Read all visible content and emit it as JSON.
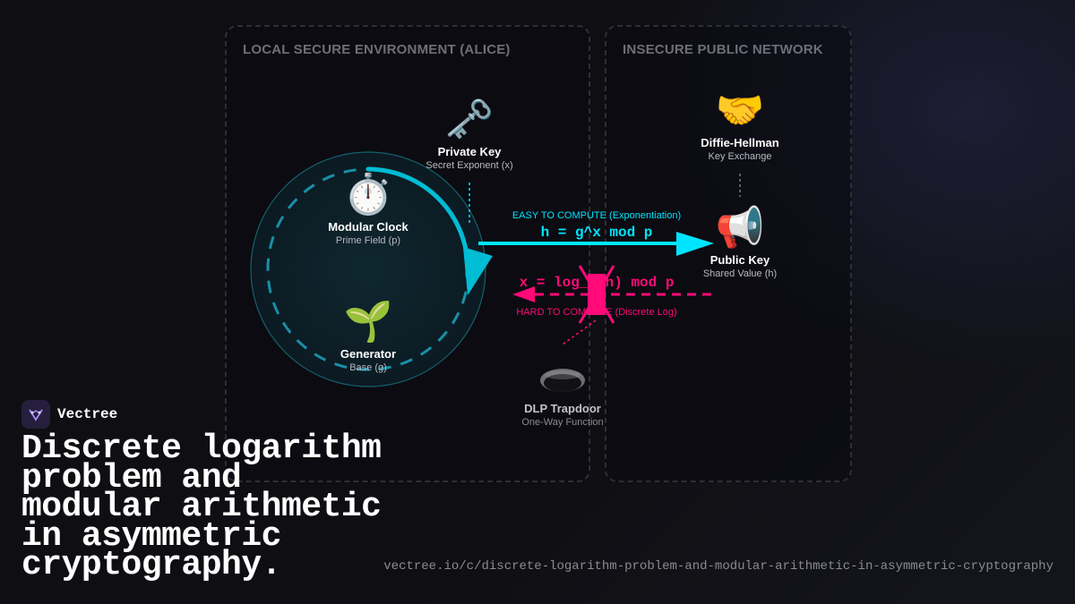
{
  "panels": {
    "local": {
      "title": "LOCAL SECURE ENVIRONMENT (ALICE)"
    },
    "public": {
      "title": "INSECURE PUBLIC NETWORK"
    }
  },
  "nodes": {
    "private_key": {
      "icon": "key-icon",
      "emoji": "🗝️",
      "label": "Private Key",
      "sublabel": "Secret Exponent (x)"
    },
    "modular_clock": {
      "icon": "stopwatch-icon",
      "emoji": "⏱️",
      "label": "Modular Clock",
      "sublabel": "Prime Field (p)"
    },
    "generator": {
      "icon": "seedling-icon",
      "emoji": "🌱",
      "label": "Generator",
      "sublabel": "Base (g)"
    },
    "diffie_hellman": {
      "icon": "handshake-icon",
      "emoji": "🤝",
      "label": "Diffie-Hellman",
      "sublabel": "Key Exchange"
    },
    "public_key": {
      "icon": "megaphone-icon",
      "emoji": "📢",
      "label": "Public Key",
      "sublabel": "Shared Value (h)"
    },
    "dlp_trapdoor": {
      "icon": "hole-icon",
      "label": "DLP Trapdoor",
      "sublabel": "One-Way Function"
    }
  },
  "arrows": {
    "easy": {
      "caption": "EASY TO COMPUTE (Exponentiation)",
      "equation": "h = g^x mod p",
      "color": "#00e5ff"
    },
    "hard": {
      "caption": "HARD TO COMPUTE (Discrete Log)",
      "equation": "x = log_g(h) mod p",
      "color": "#ff0a78"
    }
  },
  "brand": {
    "name": "Vectree",
    "logo_icon": "vectree-logo-icon"
  },
  "headline": "Discrete logarithm problem and modular arithmetic in asymmetric cryptography.",
  "url": "vectree.io/c/discrete-logarithm-problem-and-modular-arithmetic-in-asymmetric-cryptography"
}
